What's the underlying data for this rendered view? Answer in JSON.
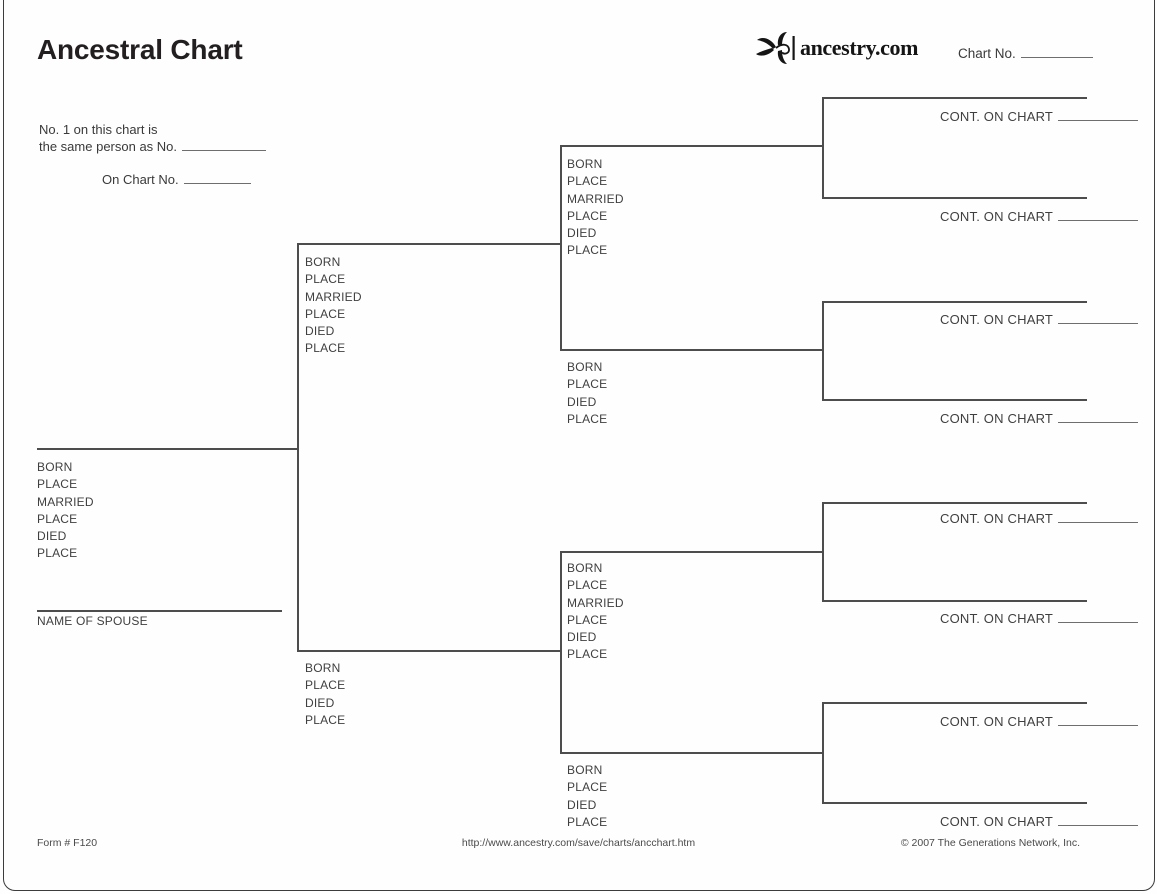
{
  "header": {
    "title": "Ancestral Chart",
    "brand": "ancestry.com",
    "chart_no_label": "Chart No."
  },
  "note": {
    "line1": "No. 1 on this chart is",
    "line2": "the same person as No.",
    "line3": "On Chart No."
  },
  "field_labels": {
    "full": [
      "BORN",
      "PLACE",
      "MARRIED",
      "PLACE",
      "DIED",
      "PLACE"
    ],
    "short": [
      "BORN",
      "PLACE",
      "DIED",
      "PLACE"
    ],
    "spouse": "NAME OF SPOUSE",
    "cont_on_chart": "CONT. ON CHART"
  },
  "footer": {
    "form_number": "Form # F120",
    "url": "http://www.ancestry.com/save/charts/ancchart.htm",
    "copyright": "© 2007 The Generations Network, Inc."
  },
  "colors": {
    "ink": "#231f20",
    "line": "#4d4d4d",
    "label": "#3f3f3f"
  }
}
